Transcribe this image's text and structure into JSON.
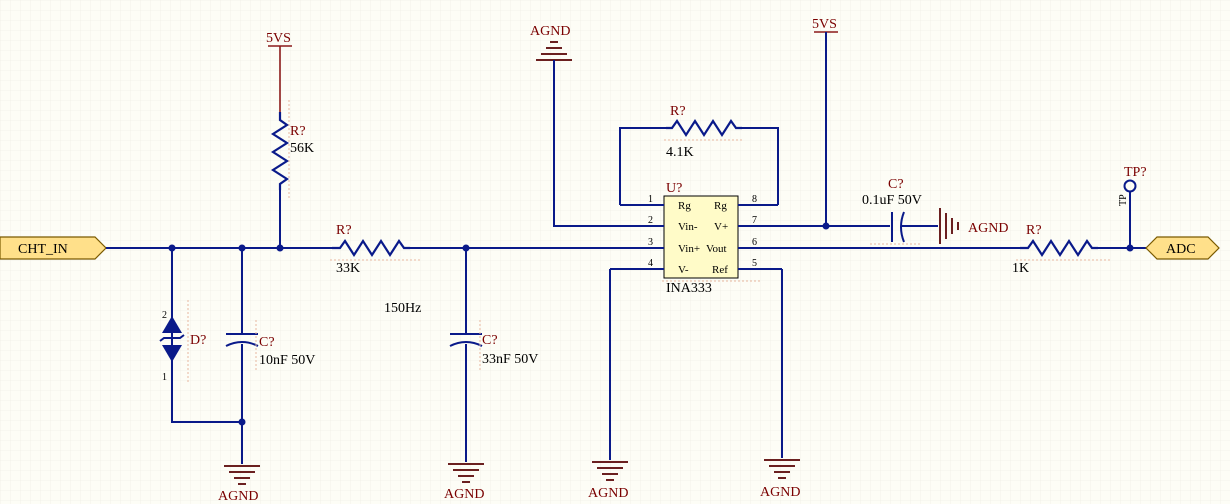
{
  "ports": {
    "input": "CHT_IN",
    "output": "ADC"
  },
  "power_labels": {
    "left": "5VS",
    "right": "5VS"
  },
  "ground_labels": {
    "top_amp": "AGND",
    "cap_side": "AGND",
    "diode_bottom": "AGND",
    "cap2_bottom": "AGND",
    "amp_vminus": "AGND",
    "amp_ref": "AGND"
  },
  "components": {
    "r_pullup": {
      "ref": "R?",
      "value": "56K"
    },
    "r_series": {
      "ref": "R?",
      "value": "33K"
    },
    "r_gain": {
      "ref": "R?",
      "value": "4.1K"
    },
    "r_out": {
      "ref": "R?",
      "value": "1K"
    },
    "c_input": {
      "ref": "C?",
      "value": "10nF 50V"
    },
    "c_filter": {
      "ref": "C?",
      "value": "33nF 50V"
    },
    "c_decouple": {
      "ref": "C?",
      "value": "0.1uF 50V"
    },
    "diode": {
      "ref": "D?"
    },
    "amp": {
      "ref": "U?",
      "part": "INA333"
    },
    "testpoint": {
      "ref": "TP?",
      "pin_label": "TP"
    }
  },
  "amp_pins": {
    "p1": {
      "num": "1",
      "name": "Rg"
    },
    "p2": {
      "num": "2",
      "name": "Vin-"
    },
    "p3": {
      "num": "3",
      "name": "Vin+"
    },
    "p4": {
      "num": "4",
      "name": "V-"
    },
    "p5": {
      "num": "5",
      "name": "Ref"
    },
    "p6": {
      "num": "6",
      "name": "Vout"
    },
    "p7": {
      "num": "7",
      "name": "V+"
    },
    "p8": {
      "num": "8",
      "name": "Rg"
    }
  },
  "diode_pins": {
    "top": "2",
    "bottom": "1"
  },
  "annotation": "150Hz",
  "colors": {
    "wire": "#0a1a8a",
    "label": "#7a0000",
    "port_fill": "#ffe08a",
    "chip_fill": "#fffbc8"
  }
}
